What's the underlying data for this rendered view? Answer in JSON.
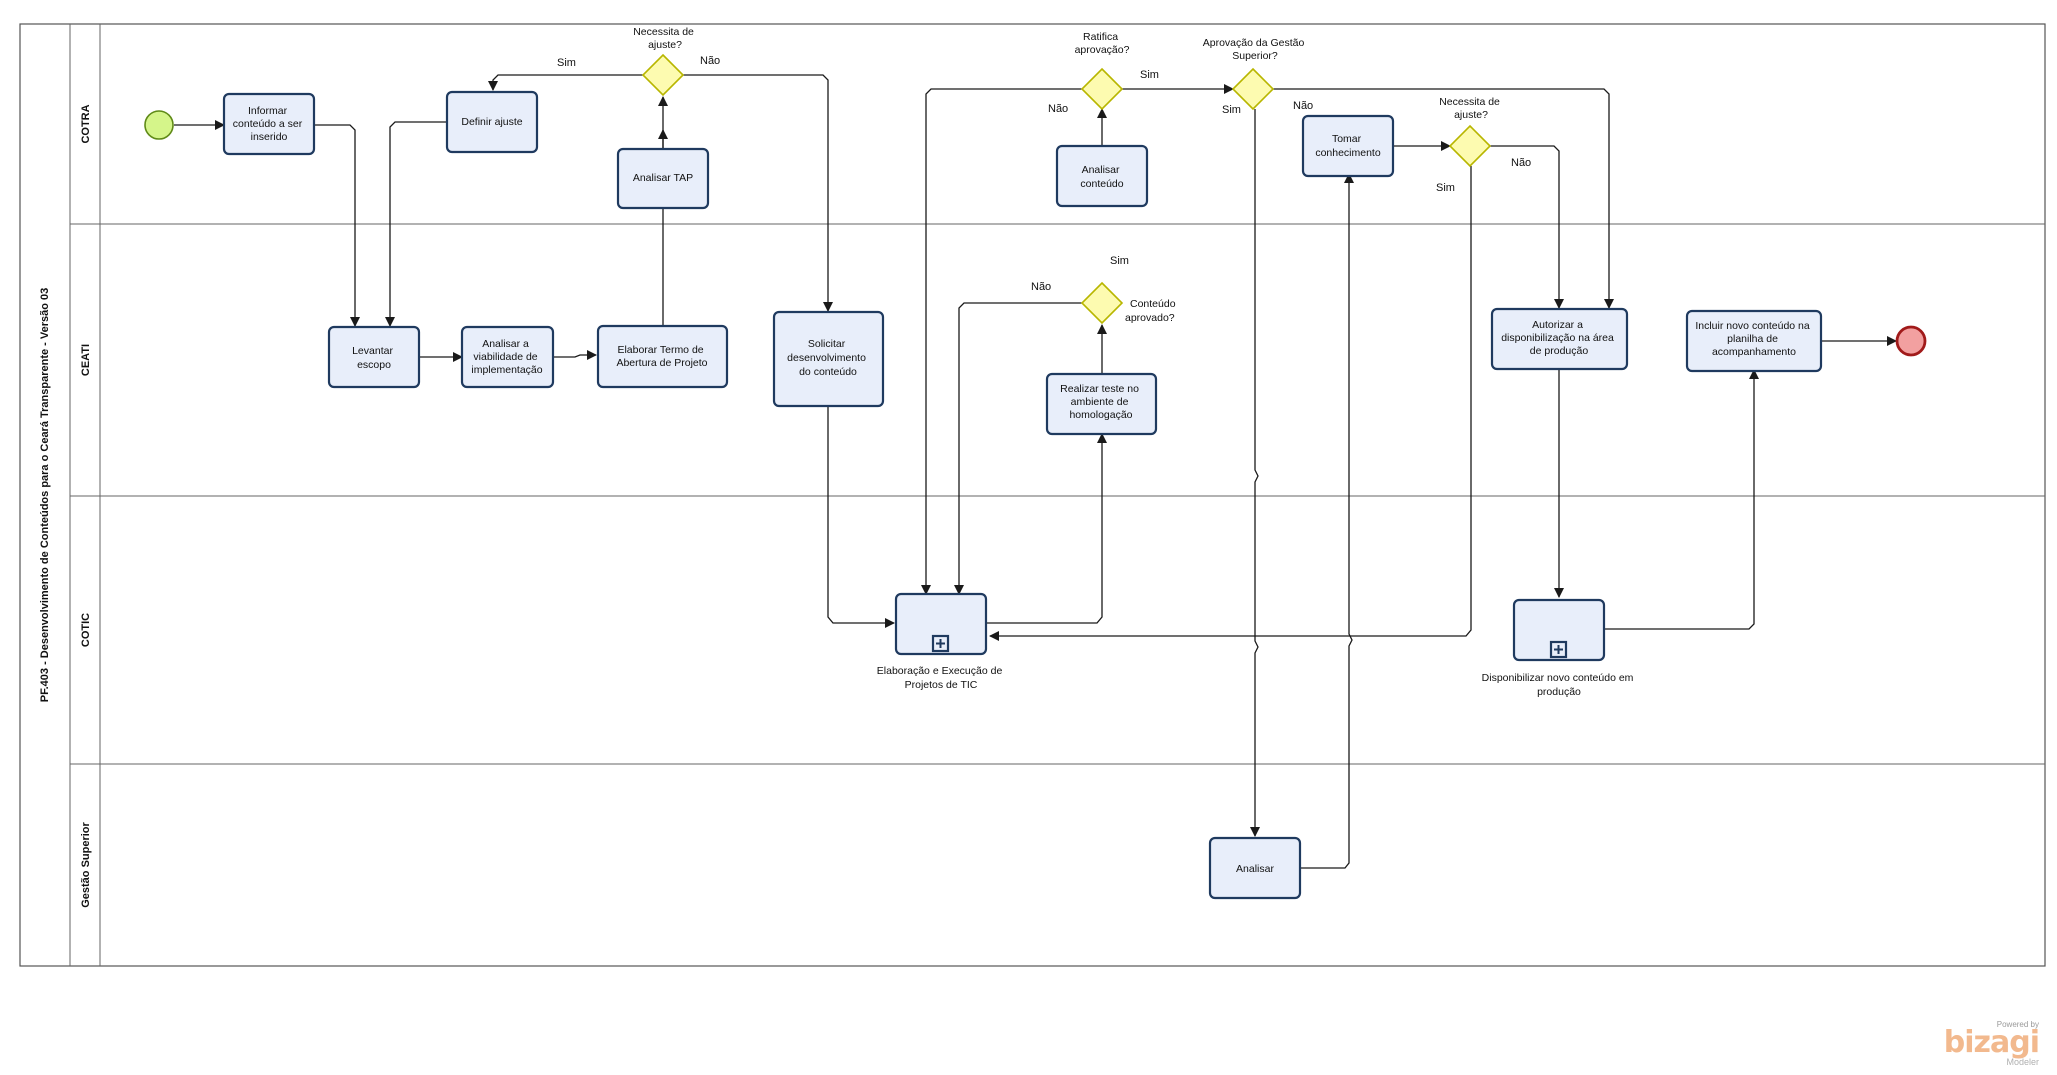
{
  "pool": {
    "title": "PF.403 - Desenvolvimento de Conteúdos para o Ceará Transparente - Versão 03"
  },
  "lanes": [
    {
      "id": "cotra",
      "label": "COTRA"
    },
    {
      "id": "ceati",
      "label": "CEATI"
    },
    {
      "id": "cotic",
      "label": "COTIC"
    },
    {
      "id": "gestao",
      "label": "Gestão Superior"
    }
  ],
  "tasks": [
    {
      "id": "informar",
      "lines": [
        "Informar",
        "conteúdo a ser",
        "inserido"
      ]
    },
    {
      "id": "definir",
      "lines": [
        "Definir ajuste"
      ]
    },
    {
      "id": "analisar-tap",
      "lines": [
        "Analisar TAP"
      ]
    },
    {
      "id": "levantar",
      "lines": [
        "Levantar",
        "escopo"
      ]
    },
    {
      "id": "analisar-viab",
      "lines": [
        "Analisar a",
        "viabilidade de",
        "implementação"
      ]
    },
    {
      "id": "elaborar-tap",
      "lines": [
        "Elaborar Termo de",
        "Abertura de Projeto"
      ]
    },
    {
      "id": "solicitar",
      "lines": [
        "Solicitar",
        "desenvolvimento",
        "do conteúdo"
      ]
    },
    {
      "id": "analisar-conteudo",
      "lines": [
        "Analisar",
        "conteúdo"
      ]
    },
    {
      "id": "realizar-teste",
      "lines": [
        "Realizar teste no",
        "ambiente de",
        "homologação"
      ]
    },
    {
      "id": "tomar-conhecimento",
      "lines": [
        "Tomar",
        "conhecimento"
      ]
    },
    {
      "id": "autorizar",
      "lines": [
        "Autorizar a",
        "disponibilização na área",
        "de produção"
      ]
    },
    {
      "id": "incluir",
      "lines": [
        "Incluir novo conteúdo na",
        "planilha de",
        "acompanhamento"
      ]
    },
    {
      "id": "analisar-gestao",
      "lines": [
        "Analisar"
      ]
    }
  ],
  "subprocesses": [
    {
      "id": "elaboracao",
      "lines": [
        "Elaboração e Execução de",
        "Projetos de TIC"
      ]
    },
    {
      "id": "disponibilizar",
      "lines": [
        "Disponibilizar novo conteúdo em",
        "produção"
      ]
    }
  ],
  "gateways": [
    {
      "id": "gw-ajuste1",
      "lines": [
        "Necessita de",
        "ajuste?"
      ]
    },
    {
      "id": "gw-ratifica",
      "lines": [
        "Ratifica",
        "aprovação?"
      ]
    },
    {
      "id": "gw-aprovacao",
      "lines": [
        "Aprovação da Gestão",
        "Superior?"
      ]
    },
    {
      "id": "gw-ajuste2",
      "lines": [
        "Necessita de",
        "ajuste?"
      ]
    },
    {
      "id": "gw-conteudo",
      "lines": [
        "Conteúdo",
        "aprovado?"
      ]
    }
  ],
  "flow_labels": {
    "sim": "Sim",
    "nao": "Não"
  },
  "watermark": {
    "powered": "Powered by",
    "logo": "bizagi",
    "product": "Modeler"
  },
  "colors": {
    "task_fill": "#e8eefa",
    "task_stroke": "#1f3a5f",
    "gateway_fill": "#fdfbb0",
    "gateway_stroke": "#b8b600",
    "start_fill": "#d5f58a",
    "start_stroke": "#5f8a17",
    "end_fill": "#f2a0a0",
    "end_stroke": "#a11a1a"
  }
}
